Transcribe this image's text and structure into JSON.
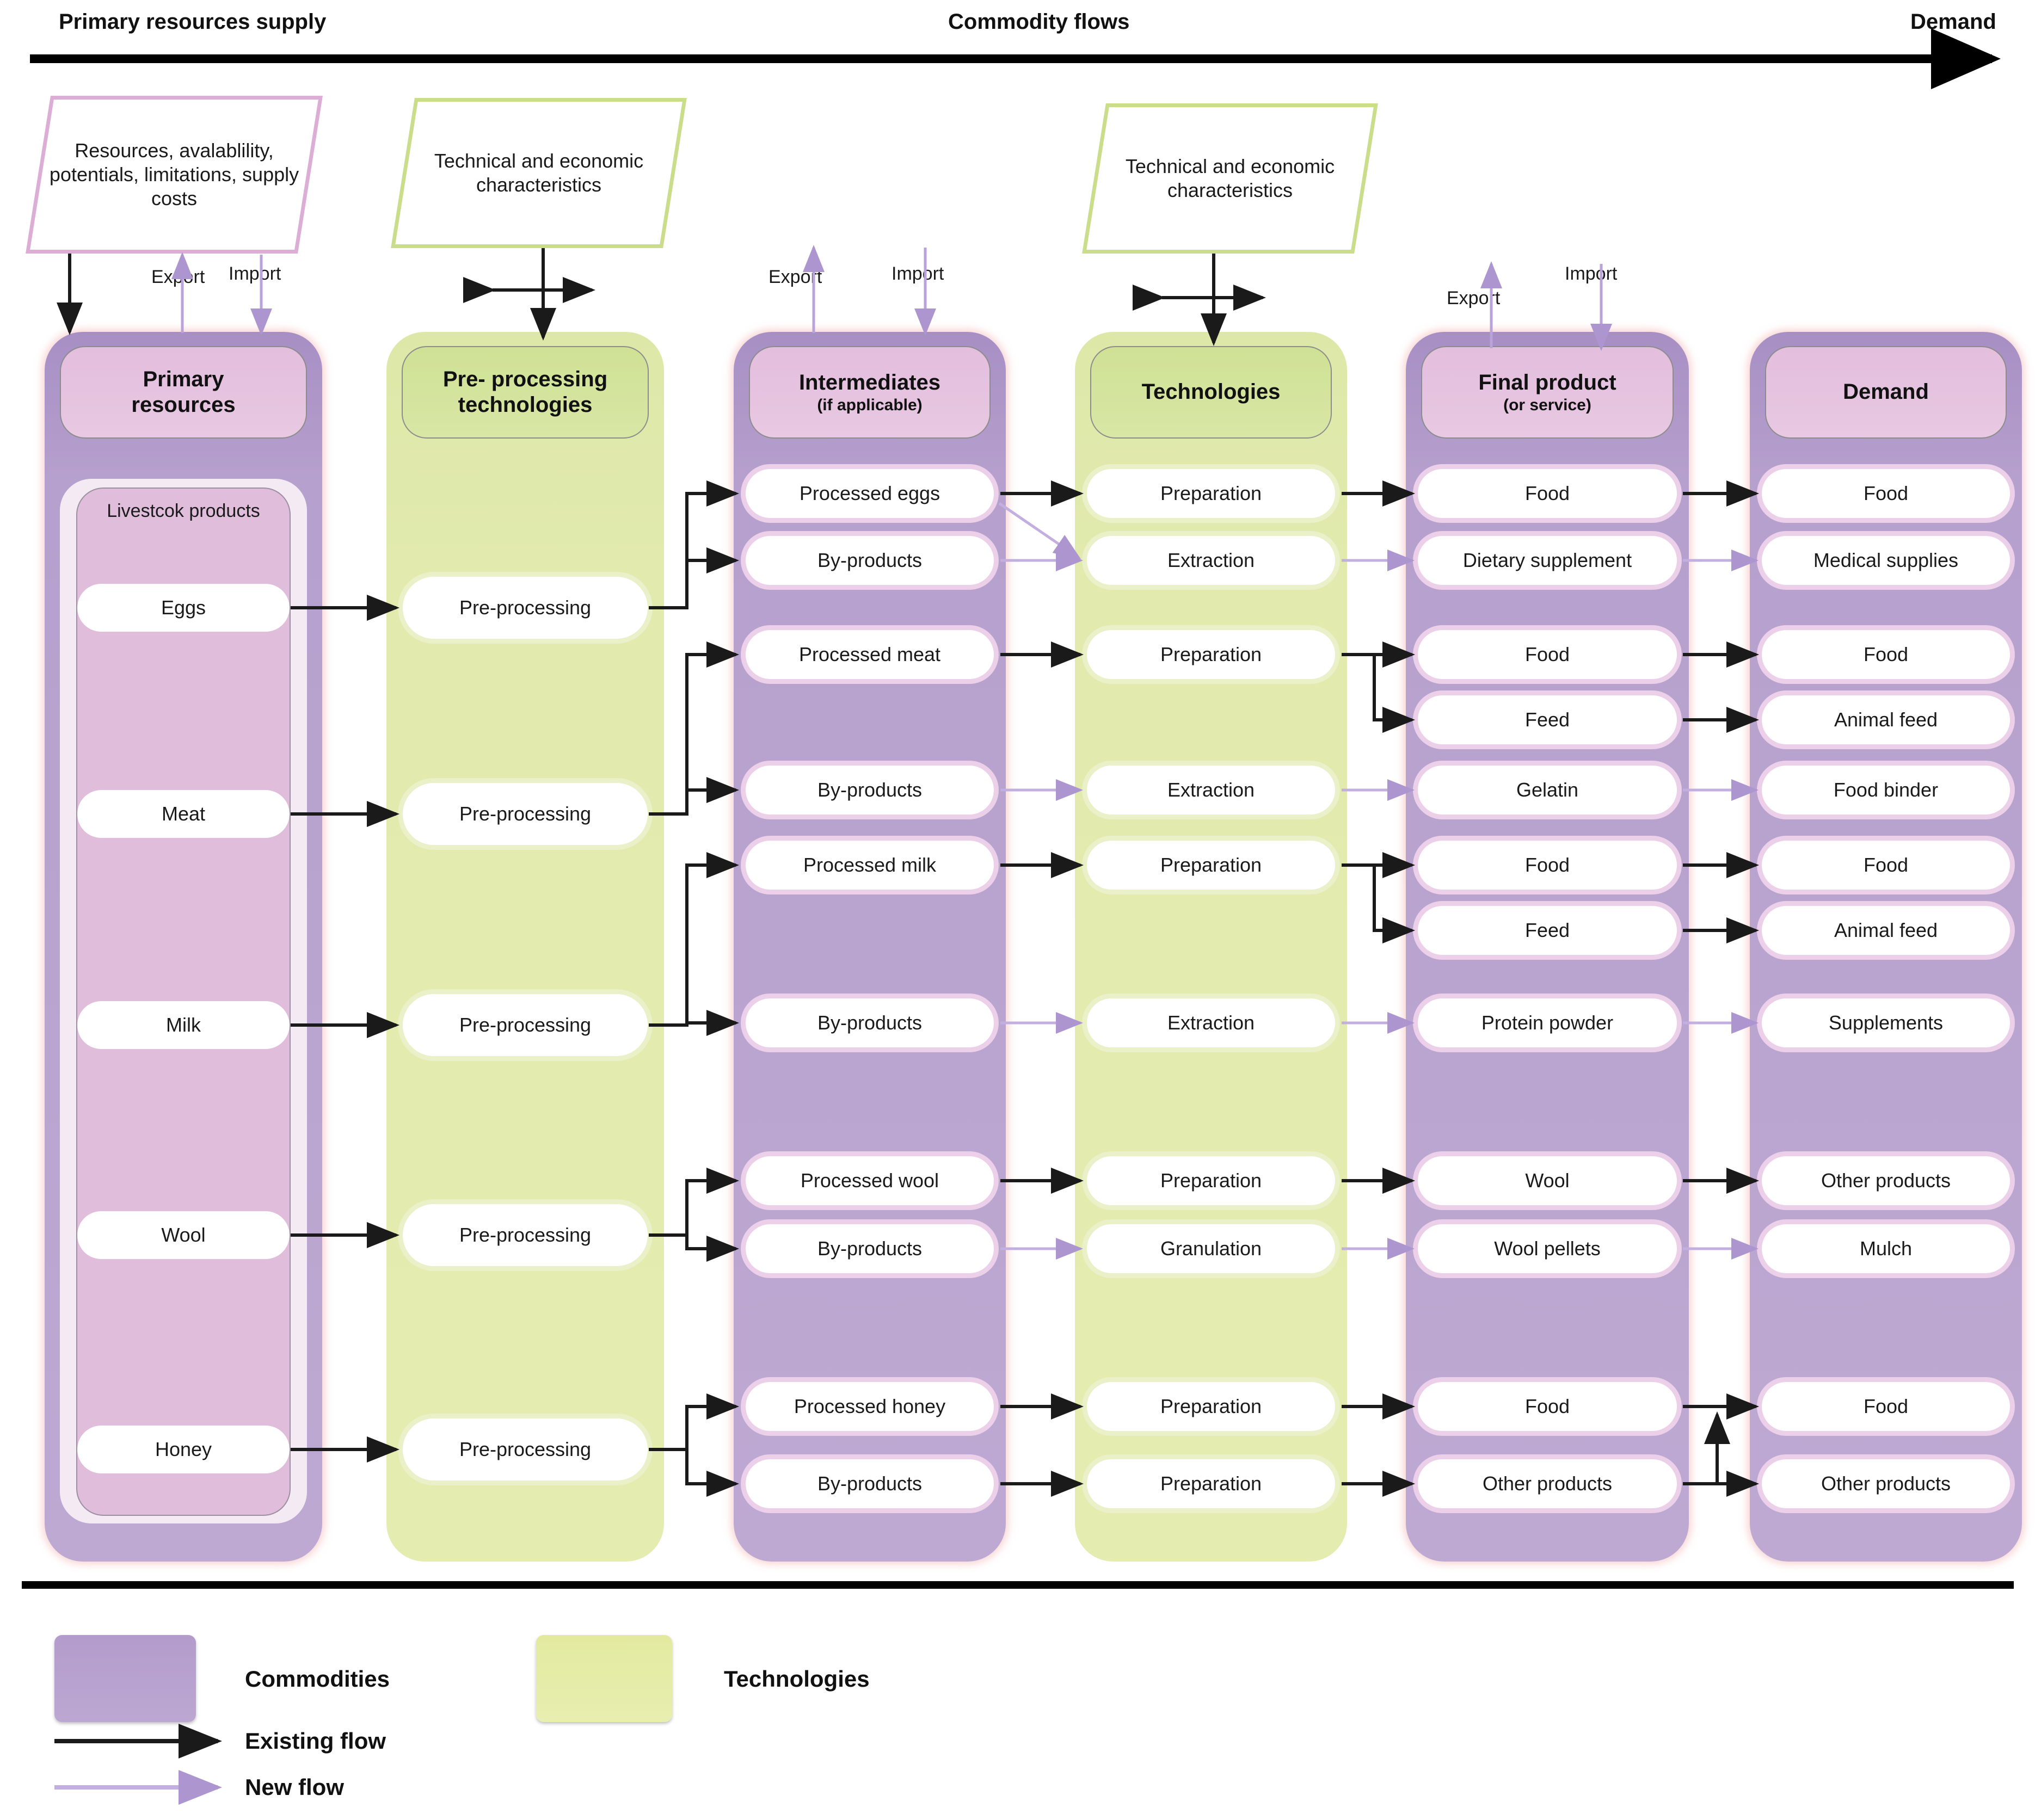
{
  "banner": {
    "left_label": "Primary resources supply",
    "center_label": "Commodity flows",
    "right_label": "Demand"
  },
  "notes": [
    {
      "id": "resources-note",
      "text": "Resources, avalablility, potentials, limitations, supply costs",
      "style": "pink"
    },
    {
      "id": "tech-econ-note-1",
      "text": "Technical and economic characteristics",
      "style": "green"
    },
    {
      "id": "tech-econ-note-2",
      "text": "Technical and economic characteristics",
      "style": "green"
    }
  ],
  "trade_labels": {
    "export": "Export",
    "import": "Import"
  },
  "columns": [
    {
      "id": "primary-resources",
      "title": "Primary",
      "title2": "resources",
      "kind": "commodity"
    },
    {
      "id": "pre-processing-technologies",
      "title": "Pre- processing",
      "title2": "technologies",
      "kind": "technology"
    },
    {
      "id": "intermediates",
      "title": "Intermediates",
      "title2": "(if applicable)",
      "kind": "commodity"
    },
    {
      "id": "technologies",
      "title": "Technologies",
      "title2": "",
      "kind": "technology"
    },
    {
      "id": "final-product",
      "title": "Final product",
      "title2": "(or service)",
      "kind": "commodity"
    },
    {
      "id": "demand",
      "title": "Demand",
      "title2": "",
      "kind": "commodity"
    }
  ],
  "group_label": "Livestcok products",
  "primary_resources": [
    "Eggs",
    "Meat",
    "Milk",
    "Wool",
    "Honey"
  ],
  "pre_processing": [
    "Pre-processing",
    "Pre-processing",
    "Pre-processing",
    "Pre-processing",
    "Pre-processing"
  ],
  "intermediates": [
    "Processed eggs",
    "By-products",
    "Processed meat",
    "By-products",
    "Processed milk",
    "By-products",
    "Processed wool",
    "By-products",
    "Processed honey",
    "By-products"
  ],
  "technologies": [
    "Preparation",
    "Extraction",
    "Preparation",
    "Extraction",
    "Preparation",
    "Extraction",
    "Preparation",
    "Granulation",
    "Preparation",
    "Preparation"
  ],
  "final_products": [
    "Food",
    "Dietary supplement",
    "Food",
    "Feed",
    "Gelatin",
    "Food",
    "Feed",
    "Protein powder",
    "Wool",
    "Wool pellets",
    "Food",
    "Other products"
  ],
  "demand": [
    "Food",
    "Medical supplies",
    "Food",
    "Animal feed",
    "Food binder",
    "Food",
    "Animal feed",
    "Supplements",
    "Other products",
    "Mulch",
    "Food",
    "Other products"
  ],
  "legend": {
    "commodities_label": "Commodities",
    "technologies_label": "Technologies",
    "existing_flow_label": "Existing flow",
    "new_flow_label": "New flow"
  },
  "colors": {
    "commodity_fill": "#b6a0cd",
    "technology_fill": "#e2eaae",
    "commodity_header": "#e3bedd",
    "technology_header": "#cfe195",
    "existing_flow": "#1a1a1a",
    "new_flow": "#b9a3d8",
    "pink_border": "#ddaed5",
    "green_border": "#cadd8a"
  }
}
